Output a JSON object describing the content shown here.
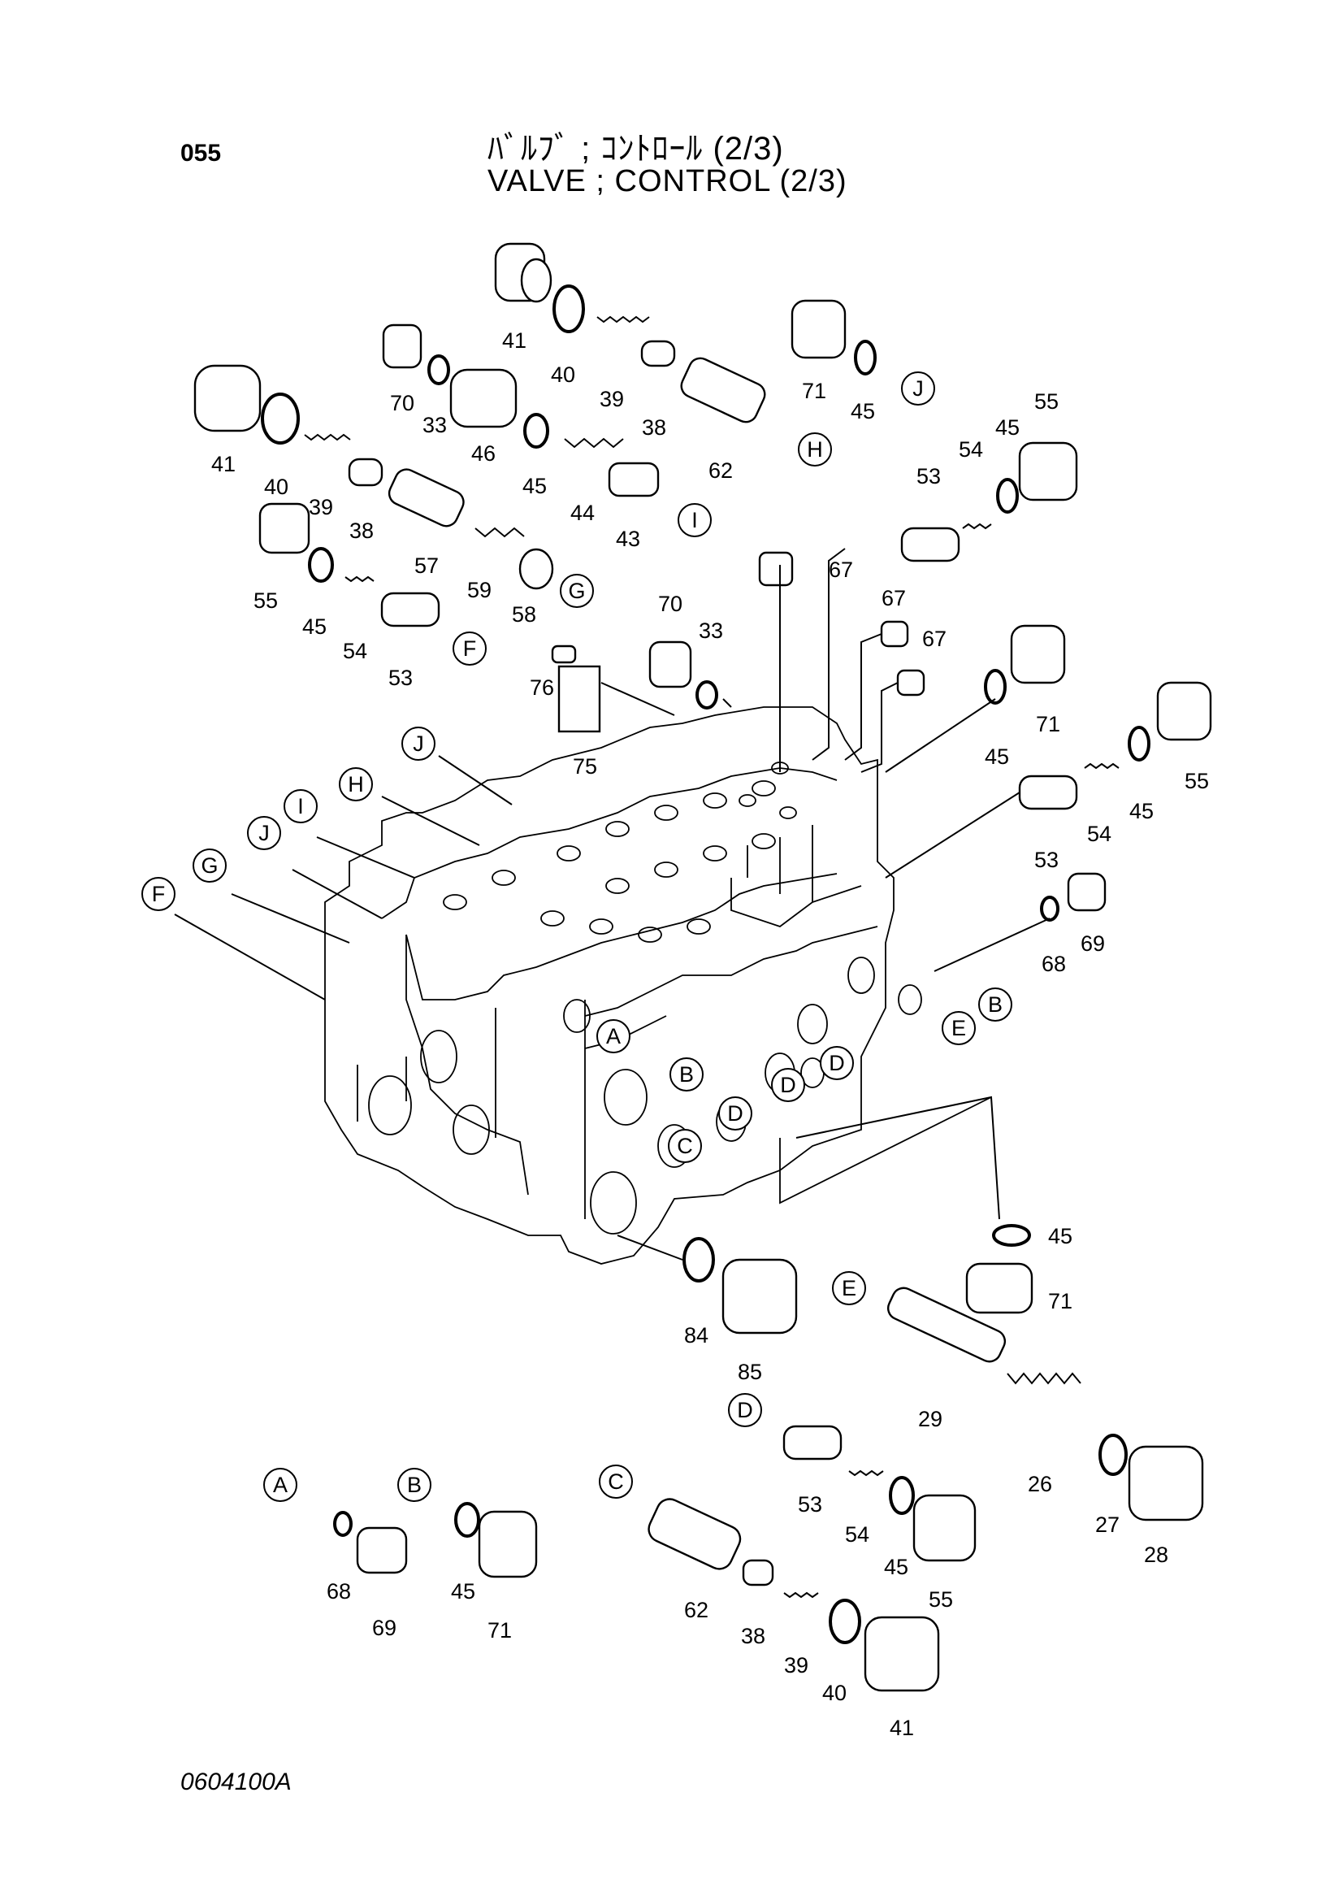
{
  "page_number": "055",
  "title_jp": "ﾊﾞﾙﾌﾞ ; ｺﾝﾄﾛｰﾙ (2/3)",
  "title_en": "VALVE ; CONTROL (2/3)",
  "drawing_id": "0604100A",
  "labels": {
    "n41a": "41",
    "n40a": "40",
    "n39a": "39",
    "n38a": "38",
    "n62a": "62",
    "n71a": "71",
    "n45a": "45",
    "n70a": "70",
    "n33a": "33",
    "n46": "46",
    "n45b": "45",
    "n44": "44",
    "n43": "43",
    "n41b": "41",
    "n40b": "40",
    "n39b": "39",
    "n38b": "38",
    "n57": "57",
    "n59": "59",
    "n58": "58",
    "n55a": "55",
    "n45c": "45",
    "n54a": "54",
    "n53a": "53",
    "n53b": "53",
    "n54b": "54",
    "n45d": "45",
    "n55b": "55",
    "n67a": "67",
    "n67b": "67",
    "n67c": "67",
    "n70b": "70",
    "n33b": "33",
    "n76": "76",
    "n75": "75",
    "n71b": "71",
    "n45e": "45",
    "n55c": "55",
    "n45f": "45",
    "n54c": "54",
    "n53c": "53",
    "n69a": "69",
    "n68a": "68",
    "n45g": "45",
    "n71c": "71",
    "n84": "84",
    "n85": "85",
    "n29": "29",
    "n26": "26",
    "n27": "27",
    "n28": "28",
    "n53d": "53",
    "n54d": "54",
    "n45h": "45",
    "n55d": "55",
    "n68b": "68",
    "n69b": "69",
    "n45i": "45",
    "n71d": "71",
    "n62b": "62",
    "n38c": "38",
    "n39c": "39",
    "n40c": "40",
    "n41c": "41"
  },
  "callouts": {
    "J1": "J",
    "H1": "H",
    "I1": "I",
    "G1": "G",
    "F1": "F",
    "J2": "J",
    "H2": "H",
    "I2": "I",
    "J3": "J",
    "G2": "G",
    "F2": "F",
    "A1": "A",
    "B1": "B",
    "B2": "B",
    "E1": "E",
    "D1": "D",
    "D2": "D",
    "D3": "D",
    "C1": "C",
    "E2": "E",
    "D4": "D",
    "A2": "A",
    "B3": "B",
    "C2": "C"
  }
}
